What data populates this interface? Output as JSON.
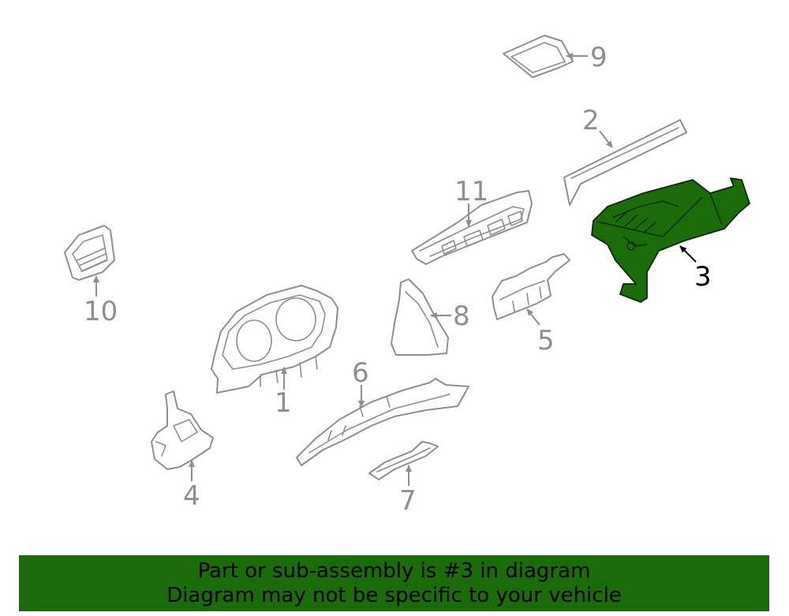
{
  "diagram": {
    "highlight_color": "#1c6b0a",
    "outline_color": "#8f8f8f",
    "highlighted_part": "3",
    "callouts": {
      "c1": "1",
      "c2": "2",
      "c3": "3",
      "c4": "4",
      "c5": "5",
      "c6": "6",
      "c7": "7",
      "c8": "8",
      "c9": "9",
      "c10": "10",
      "c11": "11"
    }
  },
  "banner": {
    "line1": "Part or sub-assembly is #3 in diagram",
    "line2": "Diagram may not be specific to your vehicle",
    "background": "#1c6b0a"
  }
}
